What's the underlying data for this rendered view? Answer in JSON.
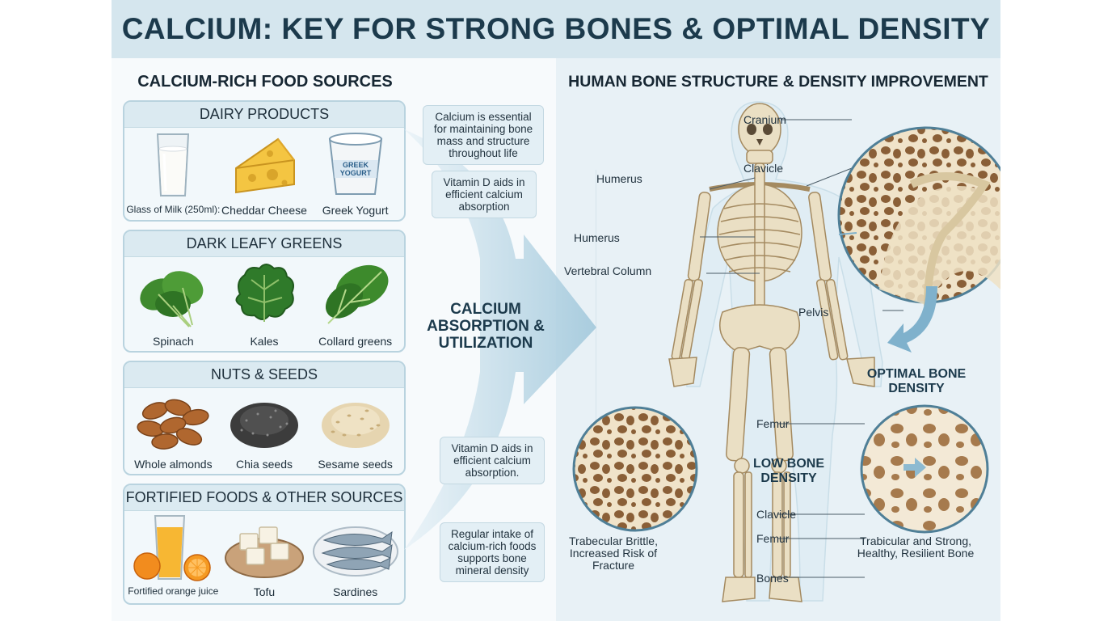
{
  "title": "CALCIUM: KEY FOR STRONG BONES & OPTIMAL DENSITY",
  "left": {
    "heading": "CALCIUM-RICH FOOD SOURCES",
    "panels": [
      {
        "title": "DAIRY PRODUCTS",
        "items": [
          {
            "label": "Glass of Milk (250ml):",
            "icon": "milk-glass-icon"
          },
          {
            "label": "Cheddar Cheese",
            "icon": "cheese-icon"
          },
          {
            "label": "Greek Yogurt",
            "icon": "yogurt-cup-icon",
            "cup_text": "GREEK YOGURT"
          }
        ]
      },
      {
        "title": "DARK LEAFY GREENS",
        "items": [
          {
            "label": "Spinach",
            "icon": "spinach-icon"
          },
          {
            "label": "Kales",
            "icon": "kale-icon"
          },
          {
            "label": "Collard greens",
            "icon": "collard-greens-icon"
          }
        ]
      },
      {
        "title": "NUTS & SEEDS",
        "items": [
          {
            "label": "Whole almonds",
            "icon": "almonds-icon"
          },
          {
            "label": "Chia seeds",
            "icon": "chia-seeds-icon"
          },
          {
            "label": "Sesame seeds",
            "icon": "sesame-seeds-icon"
          }
        ]
      },
      {
        "title": "FORTIFIED FOODS & OTHER SOURCES",
        "items": [
          {
            "label": "Fortified orange juice",
            "icon": "orange-juice-icon"
          },
          {
            "label": "Tofu",
            "icon": "tofu-icon"
          },
          {
            "label": "Sardines",
            "icon": "sardines-icon"
          }
        ]
      }
    ]
  },
  "middle": {
    "notes": [
      "Calcium is essential for maintaining bone mass and structure throughout life",
      "Vitamin D aids in efficient calcium absorption",
      "Vitamin D aids in efficient calcium absorption.",
      "Regular intake of calcium-rich foods supports bone mineral density"
    ],
    "arrow_text": "CALCIUM ABSORPTION & UTILIZATION"
  },
  "right": {
    "heading": "HUMAN BONE STRUCTURE & DENSITY IMPROVEMENT",
    "labels": {
      "cranium": "Cranium",
      "clavicle_top": "Clavicle",
      "humerus_top": "Humerus",
      "humerus_mid": "Humerus",
      "vertebral": "Vertebral Column",
      "pelvis": "Pelvis",
      "femur_top": "Femur",
      "clavicle_low": "Clavicle",
      "femur_low": "Femur",
      "bones": "Bones"
    },
    "optimal_label": "OPTIMAL BONE DENSITY",
    "low_label": "LOW BONE DENSITY",
    "low_caption": "Trabecular Brittle, Increased Risk of Fracture",
    "strong_caption": "Trabicular and Strong, Healthy, Resilient Bone"
  },
  "colors": {
    "title_bg": "#d5e6ee",
    "panel_border": "#b9d3df",
    "bone": "#eadfc4",
    "bone_dark": "#a48a60",
    "accent_blue": "#7fb1cc"
  }
}
